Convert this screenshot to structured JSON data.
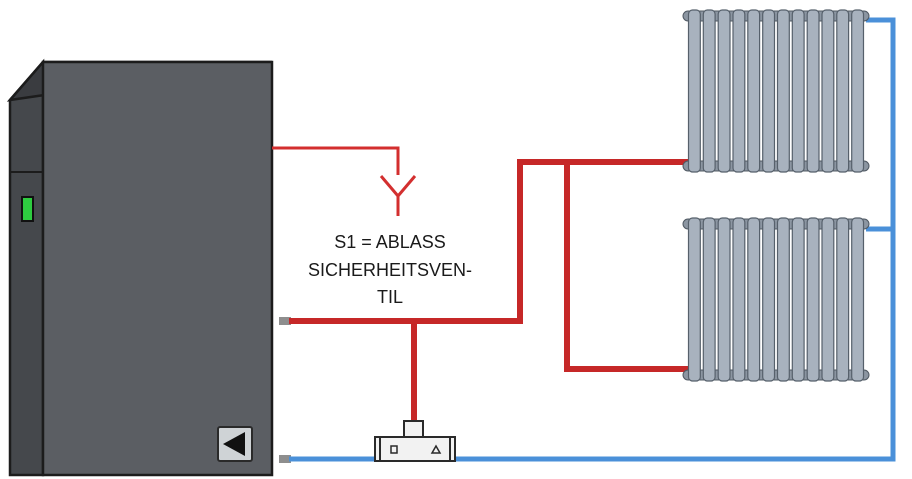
{
  "label": {
    "line1": "S1 = ABLASS",
    "line2": "SICHERHEITSVEN-",
    "line3": "TIL"
  },
  "colors": {
    "supply_pipe": "#d32f2f",
    "return_pipe": "#4a90d9",
    "boiler_body": "#5b5e63",
    "boiler_outline": "#1c1c1c",
    "indicator": "#2ecc40",
    "radiator": "#a8b2be"
  },
  "icons": {
    "pump": "play-left-icon",
    "valve": "t-fitting-valve-icon",
    "safety_valve": "y-drain-icon"
  },
  "radiators": {
    "sections_per_radiator": 12
  }
}
